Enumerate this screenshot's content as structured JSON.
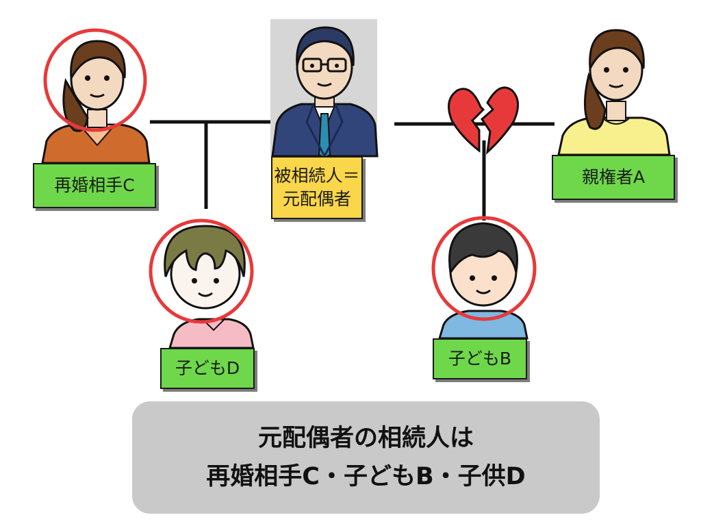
{
  "people": {
    "decedent": {
      "line1": "被相続人＝",
      "line2": "元配偶者"
    },
    "remarried_partner": "再婚相手C",
    "custodial_parent": "親権者A",
    "child_d": "子どもD",
    "child_b": "子どもB"
  },
  "summary": {
    "line1": "元配偶者の相続人は",
    "line2": "再婚相手C・子どもB・子供D"
  },
  "colors": {
    "label_green": "#6ed84a",
    "label_yellow": "#f9d64a",
    "highlight_circle": "#e8393a",
    "broken_heart": "#e8393a",
    "summary_box": "#c9c9c9"
  }
}
